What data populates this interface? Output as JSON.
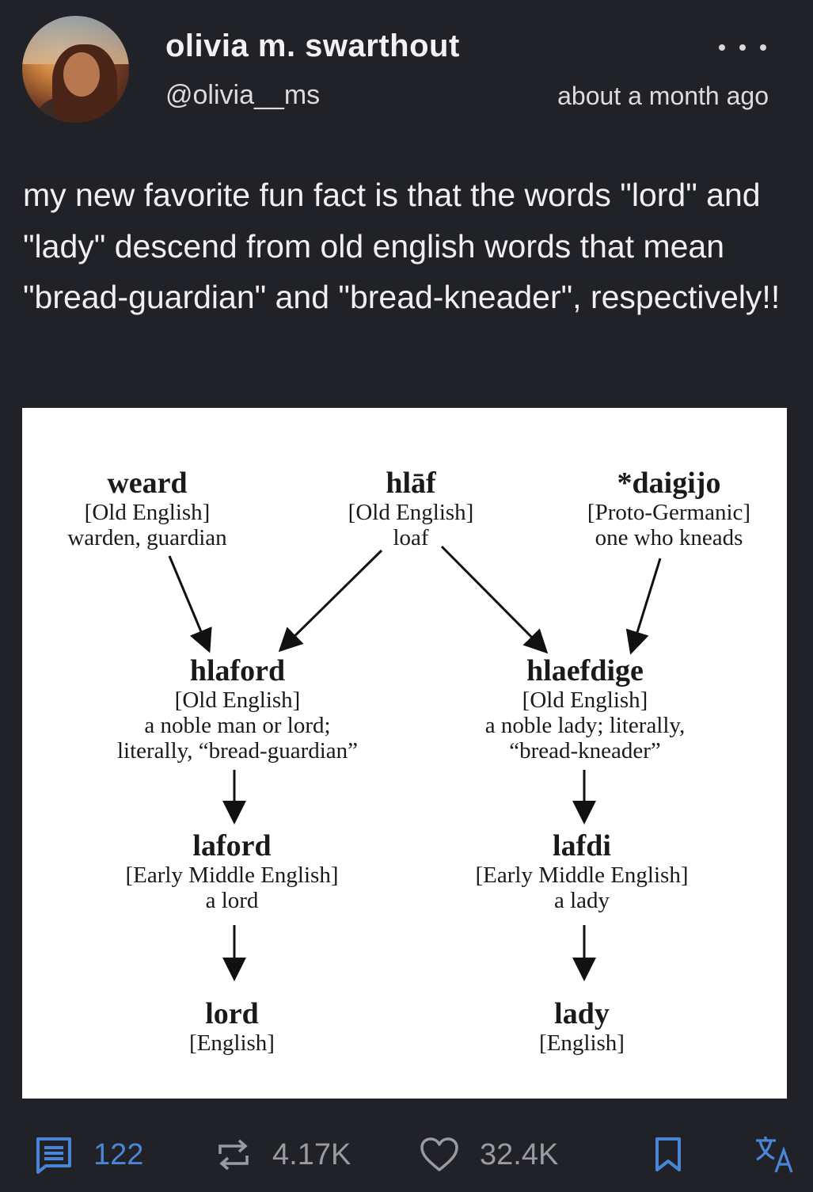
{
  "post": {
    "author_name": "olivia m. swarthout",
    "handle": "@olivia__ms",
    "timestamp": "about a month ago",
    "text": "my new favorite fun fact is that the words \"lord\" and \"lady\" descend from old english words that mean \"bread-guardian\" and \"bread-kneader\", respectively!!"
  },
  "diagram": {
    "weard": {
      "word": "weard",
      "lang": "[Old English]",
      "gloss": [
        "warden, guardian"
      ]
    },
    "hlaf": {
      "word": "hlāf",
      "lang": "[Old English]",
      "gloss": [
        "loaf"
      ]
    },
    "daigijo": {
      "word": "*daigijo",
      "lang": "[Proto-Germanic]",
      "gloss": [
        "one who kneads"
      ]
    },
    "hlaford": {
      "word": "hlaford",
      "lang": "[Old English]",
      "gloss": [
        "a noble man or lord;",
        "literally, “bread-guardian”"
      ]
    },
    "hlaefdige": {
      "word": "hlaefdige",
      "lang": "[Old English]",
      "gloss": [
        "a noble lady; literally,",
        "“bread-kneader”"
      ]
    },
    "laford": {
      "word": "laford",
      "lang": "[Early Middle English]",
      "gloss": [
        "a lord"
      ]
    },
    "lafdi": {
      "word": "lafdi",
      "lang": "[Early Middle English]",
      "gloss": [
        "a lady"
      ]
    },
    "lord": {
      "word": "lord",
      "lang": "[English]",
      "gloss": []
    },
    "lady": {
      "word": "lady",
      "lang": "[English]",
      "gloss": []
    }
  },
  "actions": {
    "comments": {
      "icon": "comment-icon",
      "count": "122"
    },
    "reposts": {
      "icon": "repost-icon",
      "count": "4.17K"
    },
    "likes": {
      "icon": "heart-icon",
      "count": "32.4K"
    },
    "bookmark": {
      "icon": "bookmark-icon"
    },
    "translate": {
      "icon": "translate-icon"
    }
  },
  "colors": {
    "background": "#212227",
    "text": "#f0f0f2",
    "icon_accent": "#4a86d8",
    "muted": "#9a9ba0"
  }
}
